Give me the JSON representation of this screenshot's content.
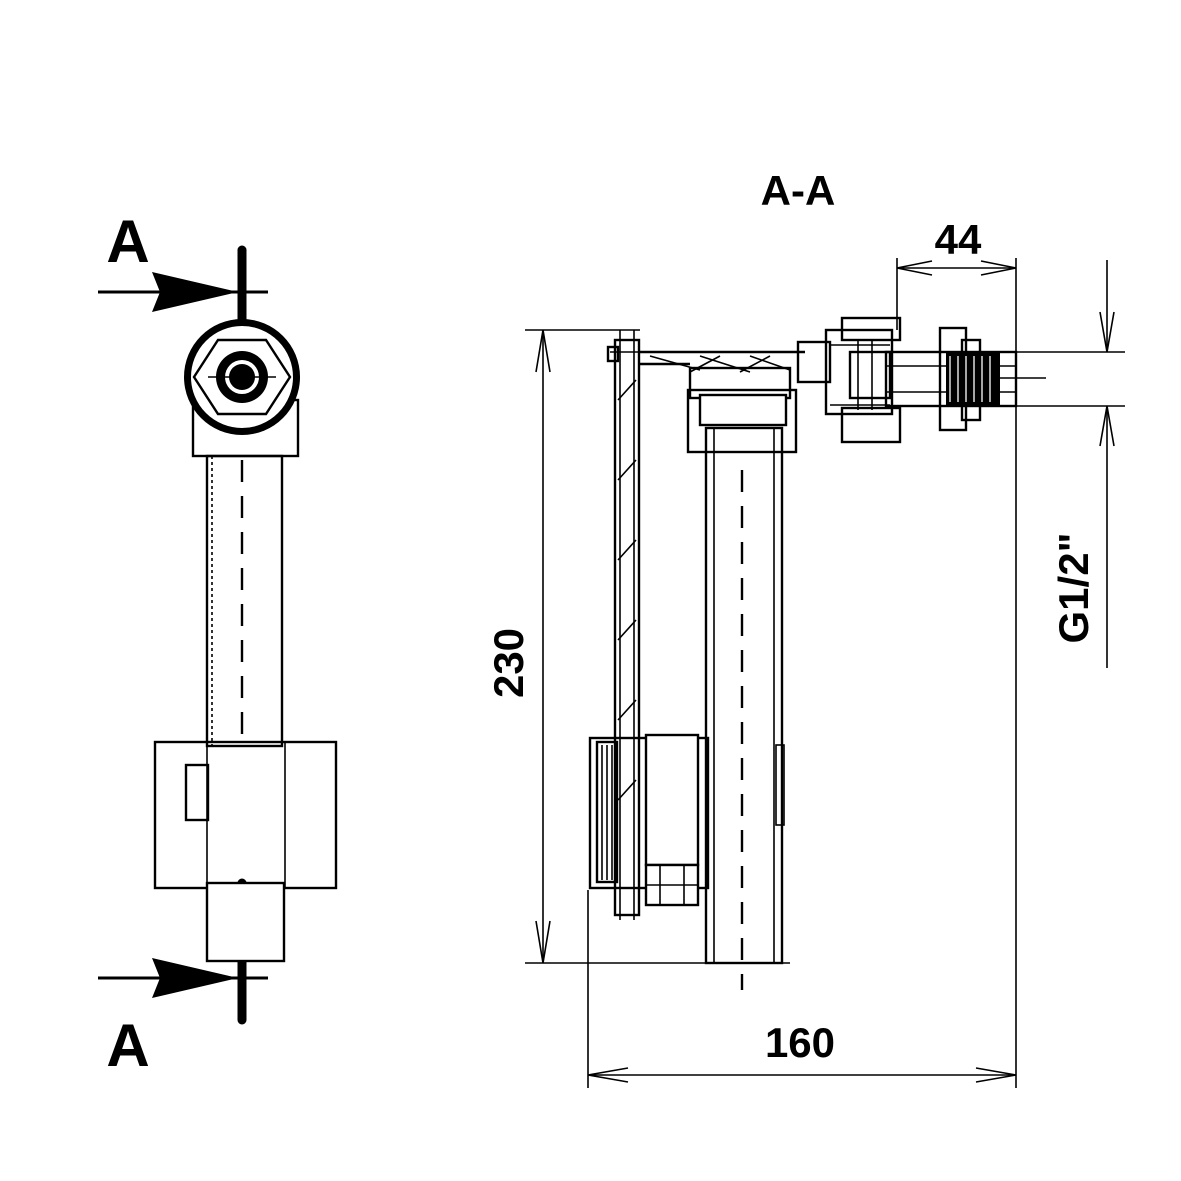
{
  "section_marks": {
    "top_label": "A",
    "bottom_label": "A"
  },
  "section_view": {
    "title": "A-A"
  },
  "dimensions": {
    "width_top": "44",
    "height_total": "230",
    "width_total": "160",
    "thread": "G1/2\""
  }
}
